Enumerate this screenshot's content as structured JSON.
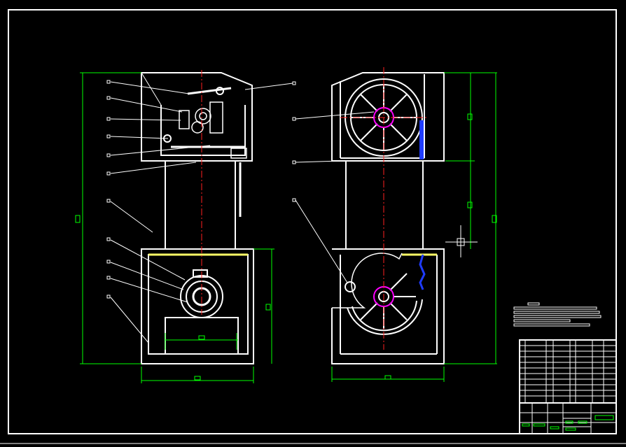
{
  "drawing": {
    "background": "#000000",
    "line_color": "#ffffff",
    "dimension_color": "#00ff00",
    "centerline_color": "#ff2020",
    "accent_color": "#ff00ff",
    "belt_color": "#1f3cff",
    "highlight_color": "#ffff66"
  },
  "views": {
    "front": {
      "name": "front-view"
    },
    "side": {
      "name": "side-view"
    }
  },
  "title_block": {
    "name": "title-block"
  },
  "notes": {
    "name": "technical-notes"
  }
}
